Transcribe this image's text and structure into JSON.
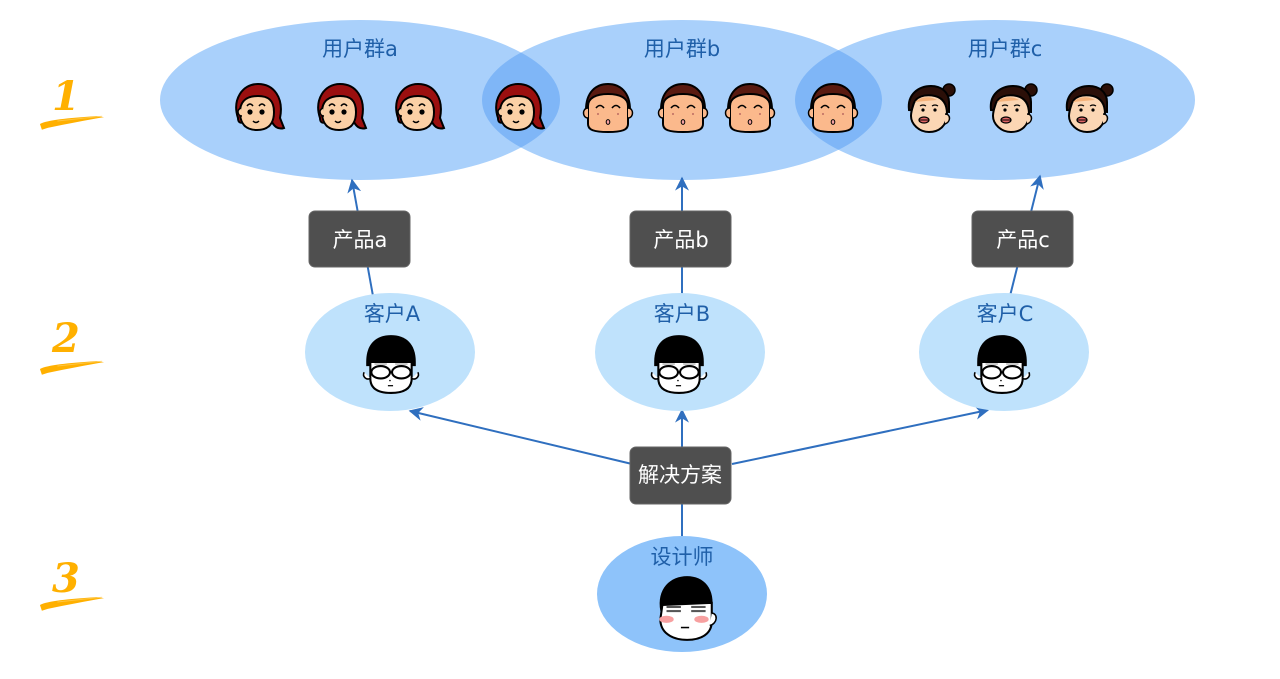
{
  "diagram": {
    "type": "flow-diagram",
    "colors": {
      "user_group_fill": "#a9d0fb",
      "user_group_overlap": "#7fb6f7",
      "client_fill": "#bfe2fc",
      "designer_fill": "#8ec3fa",
      "box_fill": "#4f4f4f",
      "box_text": "#ffffff",
      "label_text": "#1f5fa8",
      "arrow": "#2f6fbf",
      "step_number": "#ffb000"
    },
    "steps": [
      {
        "number": "1",
        "layer": "user-groups"
      },
      {
        "number": "2",
        "layer": "clients"
      },
      {
        "number": "3",
        "layer": "designer"
      }
    ],
    "user_groups": [
      {
        "id": "a",
        "label": "用户群a",
        "faces": [
          "girl-red-hair",
          "girl-red-hair",
          "girl-red-hair",
          "girl-red-hair"
        ]
      },
      {
        "id": "b",
        "label": "用户群b",
        "faces": [
          "boy-round-face",
          "boy-round-face",
          "boy-round-face",
          "boy-round-face"
        ]
      },
      {
        "id": "c",
        "label": "用户群c",
        "faces": [
          "woman-bun-hair",
          "woman-bun-hair",
          "woman-bun-hair"
        ]
      }
    ],
    "overlaps": [
      {
        "between": [
          "a",
          "b"
        ],
        "shared_face": "girl-red-hair"
      },
      {
        "between": [
          "b",
          "c"
        ],
        "shared_face": "boy-round-face"
      }
    ],
    "products": [
      {
        "id": "a",
        "label": "产品a",
        "targets": "a"
      },
      {
        "id": "b",
        "label": "产品b",
        "targets": "b"
      },
      {
        "id": "c",
        "label": "产品c",
        "targets": "c"
      }
    ],
    "clients": [
      {
        "id": "A",
        "label": "客户A",
        "face": "man-glasses",
        "product": "a"
      },
      {
        "id": "B",
        "label": "客户B",
        "face": "man-glasses",
        "product": "b"
      },
      {
        "id": "C",
        "label": "客户C",
        "face": "man-glasses",
        "product": "c"
      }
    ],
    "solution": {
      "label": "解决方案",
      "targets": [
        "A",
        "B",
        "C"
      ]
    },
    "designer": {
      "label": "设计师",
      "face": "man-blushing"
    }
  }
}
